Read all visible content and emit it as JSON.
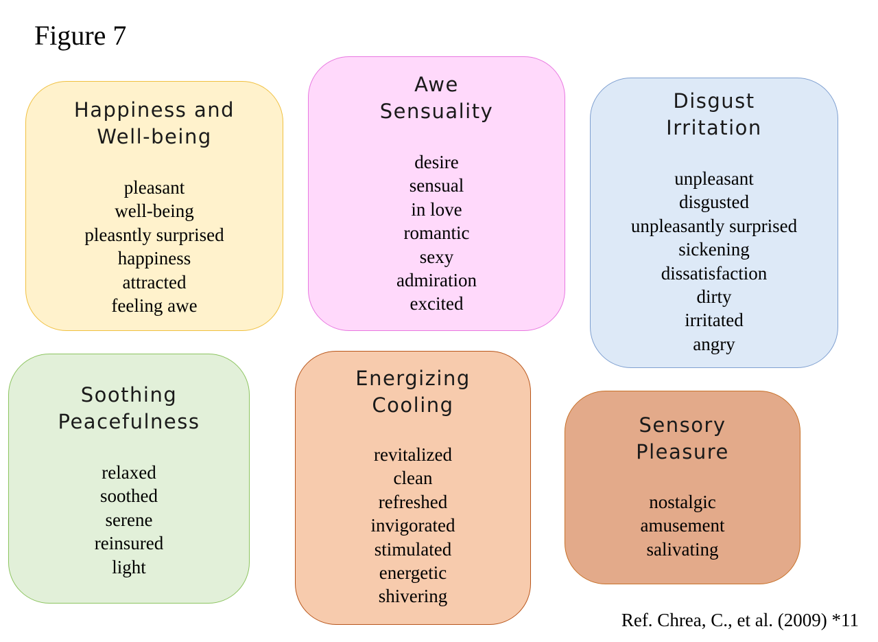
{
  "figure_title": "Figure 7",
  "reference": "Ref. Chrea, C., et al. (2009) *11",
  "boxes": [
    {
      "title_lines": [
        "Happiness and",
        "Well-being"
      ],
      "terms": [
        "pleasant",
        "well-being",
        "pleasntly surprised",
        "happiness",
        "attracted",
        "feeling awe"
      ],
      "fill": "#fff2cc",
      "border": "#f0c040"
    },
    {
      "title_lines": [
        "Awe",
        "Sensuality"
      ],
      "terms": [
        "desire",
        "sensual",
        "in love",
        "romantic",
        "sexy",
        "admiration",
        "excited"
      ],
      "fill": "#ffd9fb",
      "border": "#e878e0"
    },
    {
      "title_lines": [
        "Disgust",
        "Irritation"
      ],
      "terms": [
        "unpleasant",
        "disgusted",
        "unpleasantly surprised",
        "sickening",
        "dissatisfaction",
        "dirty",
        "irritated",
        "angry"
      ],
      "fill": "#dde9f7",
      "border": "#7e9fd0"
    },
    {
      "title_lines": [
        "Soothing",
        "Peacefulness"
      ],
      "terms": [
        "relaxed",
        "soothed",
        "serene",
        "reinsured",
        "light"
      ],
      "fill": "#e2f0d9",
      "border": "#8cc45f"
    },
    {
      "title_lines": [
        "Energizing",
        "Cooling"
      ],
      "terms": [
        "revitalized",
        "clean",
        "refreshed",
        "invigorated",
        "stimulated",
        "energetic",
        "shivering"
      ],
      "fill": "#f7cbad",
      "border": "#b8551a"
    },
    {
      "title_lines": [
        "Sensory",
        "Pleasure"
      ],
      "terms": [
        "nostalgic",
        "amusement",
        "salivating"
      ],
      "fill": "#e3aa8a",
      "border": "#c77028"
    }
  ]
}
